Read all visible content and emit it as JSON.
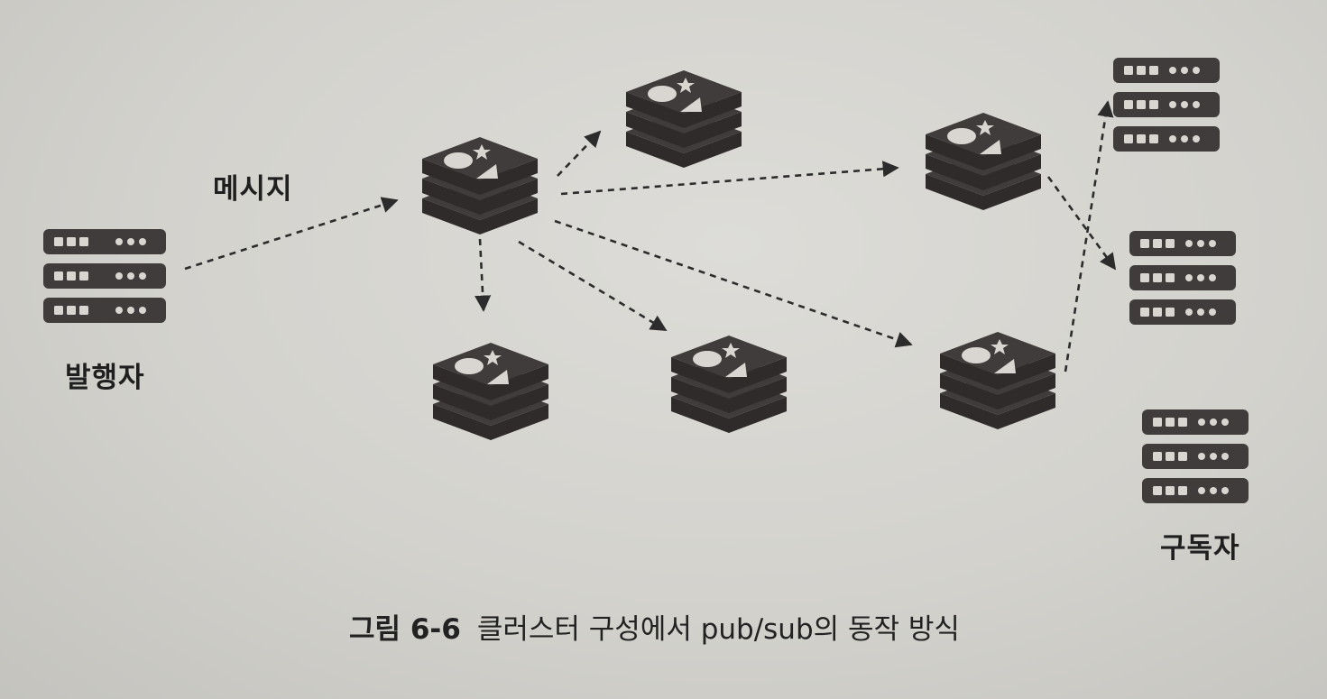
{
  "labels": {
    "message": "메시지",
    "publisher": "발행자",
    "subscriber": "구독자"
  },
  "caption": {
    "number": "그림 6-6",
    "text": "클러스터 구성에서 pub/sub의 동작 방식"
  },
  "colors": {
    "background": "#d2d1cc",
    "node_dark": "#3f3c3b",
    "node_shape": "#d9d6d2",
    "arrow": "#2c2c2c"
  },
  "nodes": [
    {
      "id": "publisher",
      "kind": "server-rack-icon"
    },
    {
      "id": "redis-main",
      "kind": "redis-stack-icon"
    },
    {
      "id": "redis-top",
      "kind": "redis-stack-icon"
    },
    {
      "id": "redis-right-top",
      "kind": "redis-stack-icon"
    },
    {
      "id": "redis-bottom-left",
      "kind": "redis-stack-icon"
    },
    {
      "id": "redis-bottom-mid",
      "kind": "redis-stack-icon"
    },
    {
      "id": "redis-bottom-right",
      "kind": "redis-stack-icon"
    },
    {
      "id": "subscriber-1",
      "kind": "server-rack-icon"
    },
    {
      "id": "subscriber-2",
      "kind": "server-rack-icon"
    },
    {
      "id": "subscriber-3",
      "kind": "server-rack-icon"
    }
  ],
  "edges": [
    {
      "from": "publisher",
      "to": "redis-main"
    },
    {
      "from": "redis-main",
      "to": "redis-top"
    },
    {
      "from": "redis-main",
      "to": "redis-right-top"
    },
    {
      "from": "redis-main",
      "to": "redis-bottom-left"
    },
    {
      "from": "redis-main",
      "to": "redis-bottom-mid"
    },
    {
      "from": "redis-main",
      "to": "redis-bottom-right"
    },
    {
      "from": "redis-right-top",
      "to": "subscriber-2"
    },
    {
      "from": "redis-bottom-right",
      "to": "subscriber-1"
    }
  ]
}
